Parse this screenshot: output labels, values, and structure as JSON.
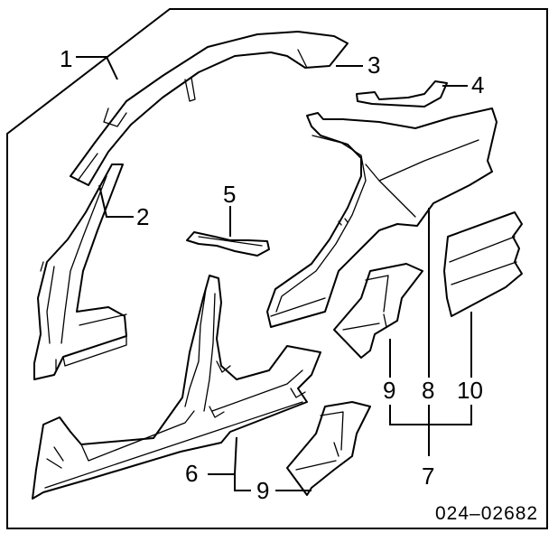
{
  "callouts": {
    "c1": "1",
    "c2": "2",
    "c3": "3",
    "c4": "4",
    "c5": "5",
    "c6": "6",
    "c7": "7",
    "c8": "8",
    "c9a": "9",
    "c9b": "9",
    "c10": "10"
  },
  "reference_code": "024–02682",
  "colors": {
    "line": "#000000",
    "background": "#ffffff"
  }
}
